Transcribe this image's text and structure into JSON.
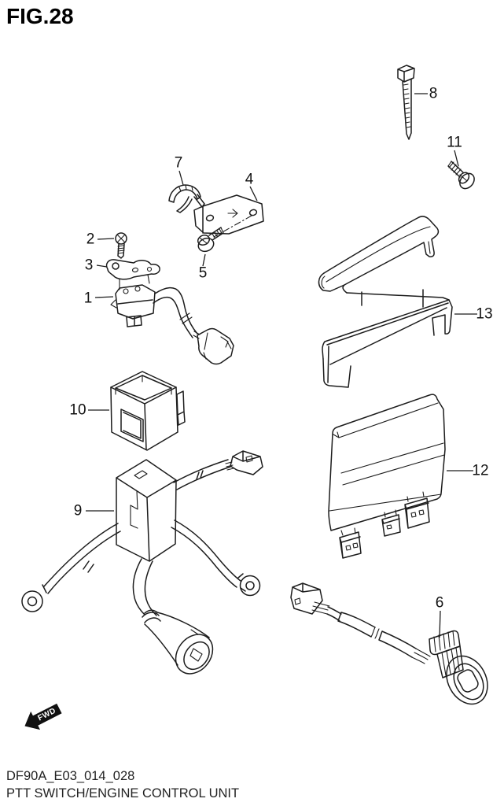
{
  "figure": {
    "title": "FIG.28"
  },
  "footer": {
    "drawing_code": "DF90A_E03_014_028",
    "caption": "PTT SWITCH/ENGINE CONTROL UNIT"
  },
  "orientation": {
    "fwd_label": "FWD"
  },
  "colors": {
    "background": "#ffffff",
    "line": "#1c1c1c",
    "label": "#111111"
  },
  "callouts": [
    {
      "label": "1",
      "part": "switch-assy"
    },
    {
      "label": "2",
      "part": "screw"
    },
    {
      "label": "3",
      "part": "switch-plate"
    },
    {
      "label": "4",
      "part": "bracket"
    },
    {
      "label": "5",
      "part": "bolt"
    },
    {
      "label": "6",
      "part": "ptt-push-switch"
    },
    {
      "label": "7",
      "part": "clamp"
    },
    {
      "label": "8",
      "part": "cable-tie"
    },
    {
      "label": "9",
      "part": "relay-assy"
    },
    {
      "label": "10",
      "part": "relay-cover"
    },
    {
      "label": "11",
      "part": "flange-bolt"
    },
    {
      "label": "12",
      "part": "engine-control-unit"
    },
    {
      "label": "13",
      "part": "ecu-bracket"
    }
  ]
}
